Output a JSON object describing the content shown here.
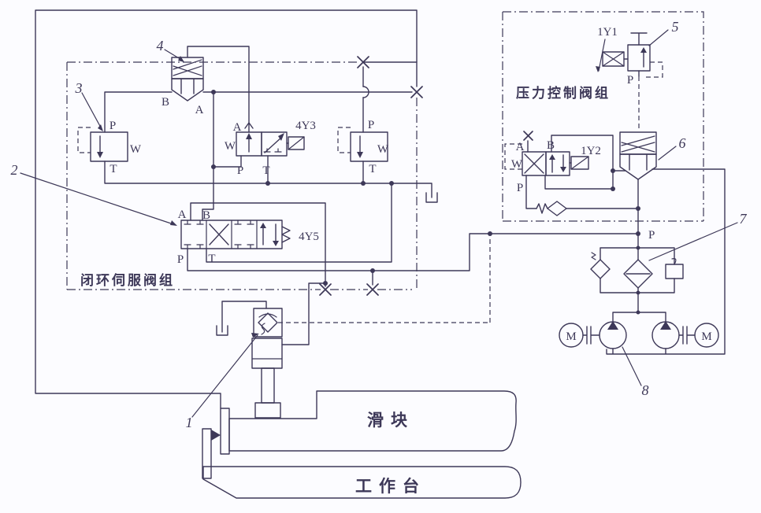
{
  "colors": {
    "line": "#3d3858",
    "background": "#fcfcff"
  },
  "groups": {
    "servo": {
      "label": "闭环伺服阀组"
    },
    "pressure": {
      "label": "压力控制阀组"
    }
  },
  "machine": {
    "slider": "滑块",
    "worktable": "工作台"
  },
  "valves": {
    "v4y3": "4Y3",
    "v4y5": "4Y5",
    "v1y1": "1Y1",
    "v1y2": "1Y2"
  },
  "callouts": {
    "c1": "1",
    "c2": "2",
    "c3": "3",
    "c4": "4",
    "c5": "5",
    "c6": "6",
    "c7": "7",
    "c8": "8"
  },
  "ports": {
    "p": "P",
    "t": "T",
    "a": "A",
    "b": "B",
    "w": "W",
    "m": "M"
  }
}
